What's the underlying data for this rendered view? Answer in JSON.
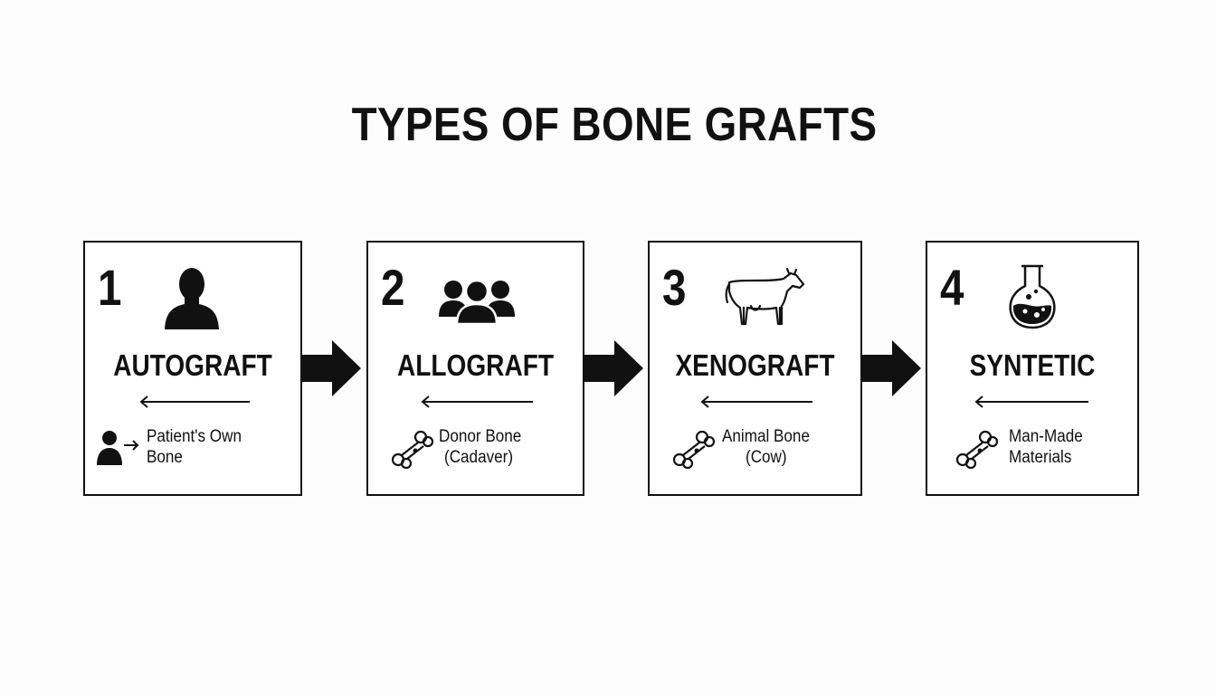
{
  "title": "TYPES OF BONE GRAFTS",
  "cards": [
    {
      "number": "1",
      "label": "AUTOGRAFT",
      "desc_line1": "Patient's Own",
      "desc_line2": "Bone",
      "icon": "person-icon",
      "desc_icon": "person-arrow-icon"
    },
    {
      "number": "2",
      "label": "ALLOGRAFT",
      "desc_line1": "Donor Bone",
      "desc_line2": "(Cadaver)",
      "icon": "group-icon",
      "desc_icon": "bone-icon"
    },
    {
      "number": "3",
      "label": "XENOGRAFT",
      "desc_line1": "Animal Bone",
      "desc_line2": "(Cow)",
      "icon": "cow-icon",
      "desc_icon": "bone-icon"
    },
    {
      "number": "4",
      "label": "SYNTETIC",
      "desc_line1": "Man-Made",
      "desc_line2": "Materials",
      "icon": "flask-icon",
      "desc_icon": "bone-icon"
    }
  ],
  "colors": {
    "ink": "#111111",
    "background": "#fdfdfd"
  }
}
